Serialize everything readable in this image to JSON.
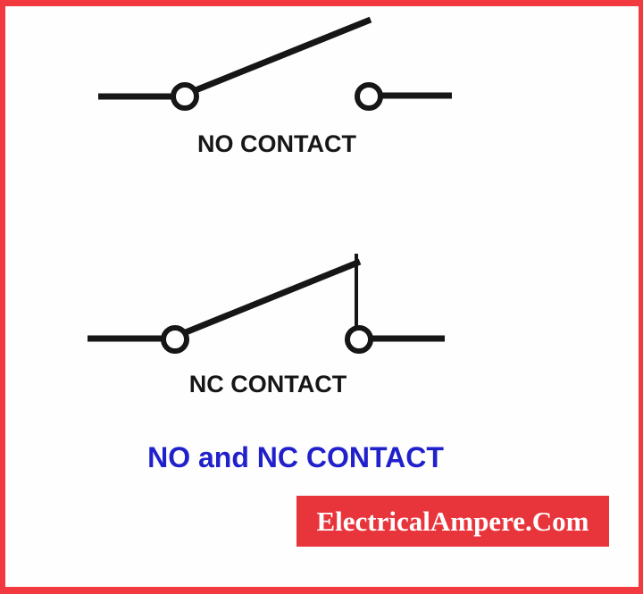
{
  "diagram": {
    "no_contact": {
      "label": "NO CONTACT"
    },
    "nc_contact": {
      "label": "NC CONTACT"
    },
    "caption": "NO and NC CONTACT"
  },
  "watermark": {
    "text": "ElectricalAmpere.Com"
  },
  "colors": {
    "frame_red": "#f2393f",
    "banner_red": "#e8353c",
    "caption_blue": "#2121cc",
    "line_black": "#161616",
    "background": "#fefefe",
    "banner_text_white": "#ffffff"
  }
}
